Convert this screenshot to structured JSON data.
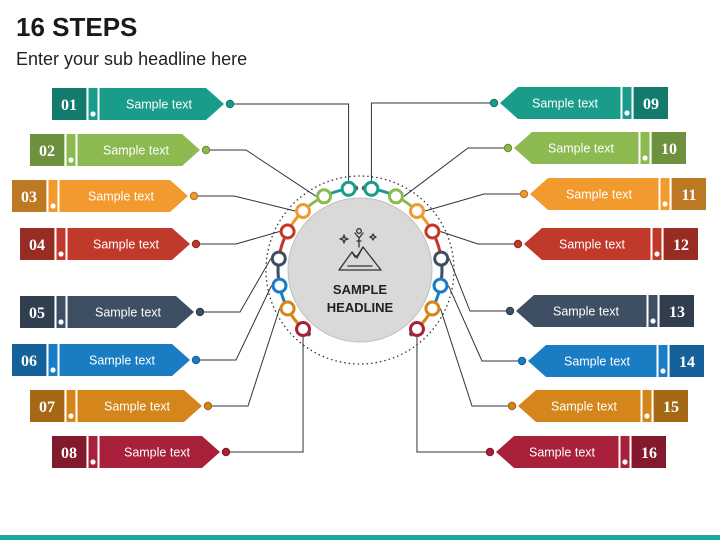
{
  "title": "16 STEPS",
  "subtitle": "Enter your sub headline here",
  "center": {
    "line1": "SAMPLE",
    "line2": "HEADLINE",
    "icon": "mountain-summit-icon"
  },
  "steps": [
    {
      "num": "01",
      "text": "Sample text",
      "color": "#1a9c8a"
    },
    {
      "num": "02",
      "text": "Sample text",
      "color": "#8cba50"
    },
    {
      "num": "03",
      "text": "Sample text",
      "color": "#f29a2e"
    },
    {
      "num": "04",
      "text": "Sample text",
      "color": "#c0392b"
    },
    {
      "num": "05",
      "text": "Sample text",
      "color": "#3e4f63"
    },
    {
      "num": "06",
      "text": "Sample text",
      "color": "#1a7dc4"
    },
    {
      "num": "07",
      "text": "Sample text",
      "color": "#d4861b"
    },
    {
      "num": "08",
      "text": "Sample text",
      "color": "#a8203a"
    },
    {
      "num": "09",
      "text": "Sample text",
      "color": "#1a9c8a"
    },
    {
      "num": "10",
      "text": "Sample text",
      "color": "#8cba50"
    },
    {
      "num": "11",
      "text": "Sample text",
      "color": "#f29a2e"
    },
    {
      "num": "12",
      "text": "Sample text",
      "color": "#c0392b"
    },
    {
      "num": "13",
      "text": "Sample text",
      "color": "#3e4f63"
    },
    {
      "num": "14",
      "text": "Sample text",
      "color": "#1a7dc4"
    },
    {
      "num": "15",
      "text": "Sample text",
      "color": "#d4861b"
    },
    {
      "num": "16",
      "text": "Sample text",
      "color": "#a8203a"
    }
  ],
  "accent_color": "#1aa99a"
}
